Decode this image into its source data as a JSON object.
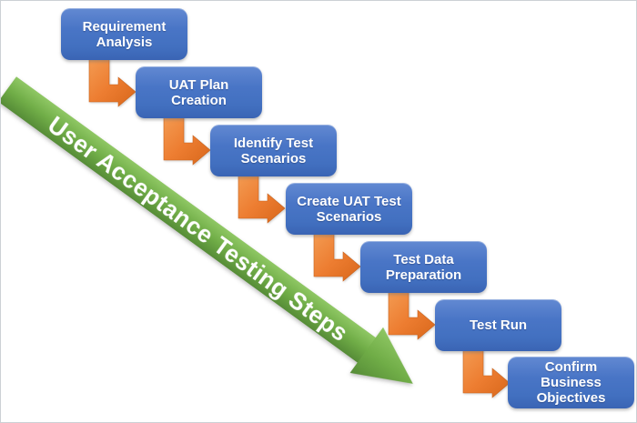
{
  "diagram": {
    "banner": {
      "title": "User Acceptance Testing Steps",
      "color": "#70AD47"
    },
    "steps": [
      {
        "label": "Requirement\nAnalysis"
      },
      {
        "label": "UAT Plan\nCreation"
      },
      {
        "label": "Identify Test\nScenarios"
      },
      {
        "label": "Create UAT Test\nScenarios"
      },
      {
        "label": "Test Data\nPreparation"
      },
      {
        "label": "Test Run"
      },
      {
        "label": "Confirm\nBusiness\nObjectives"
      }
    ],
    "colors": {
      "step_blue": "#4472C4",
      "connector_orange": "#ED7D31",
      "banner_green": "#70AD47"
    }
  }
}
